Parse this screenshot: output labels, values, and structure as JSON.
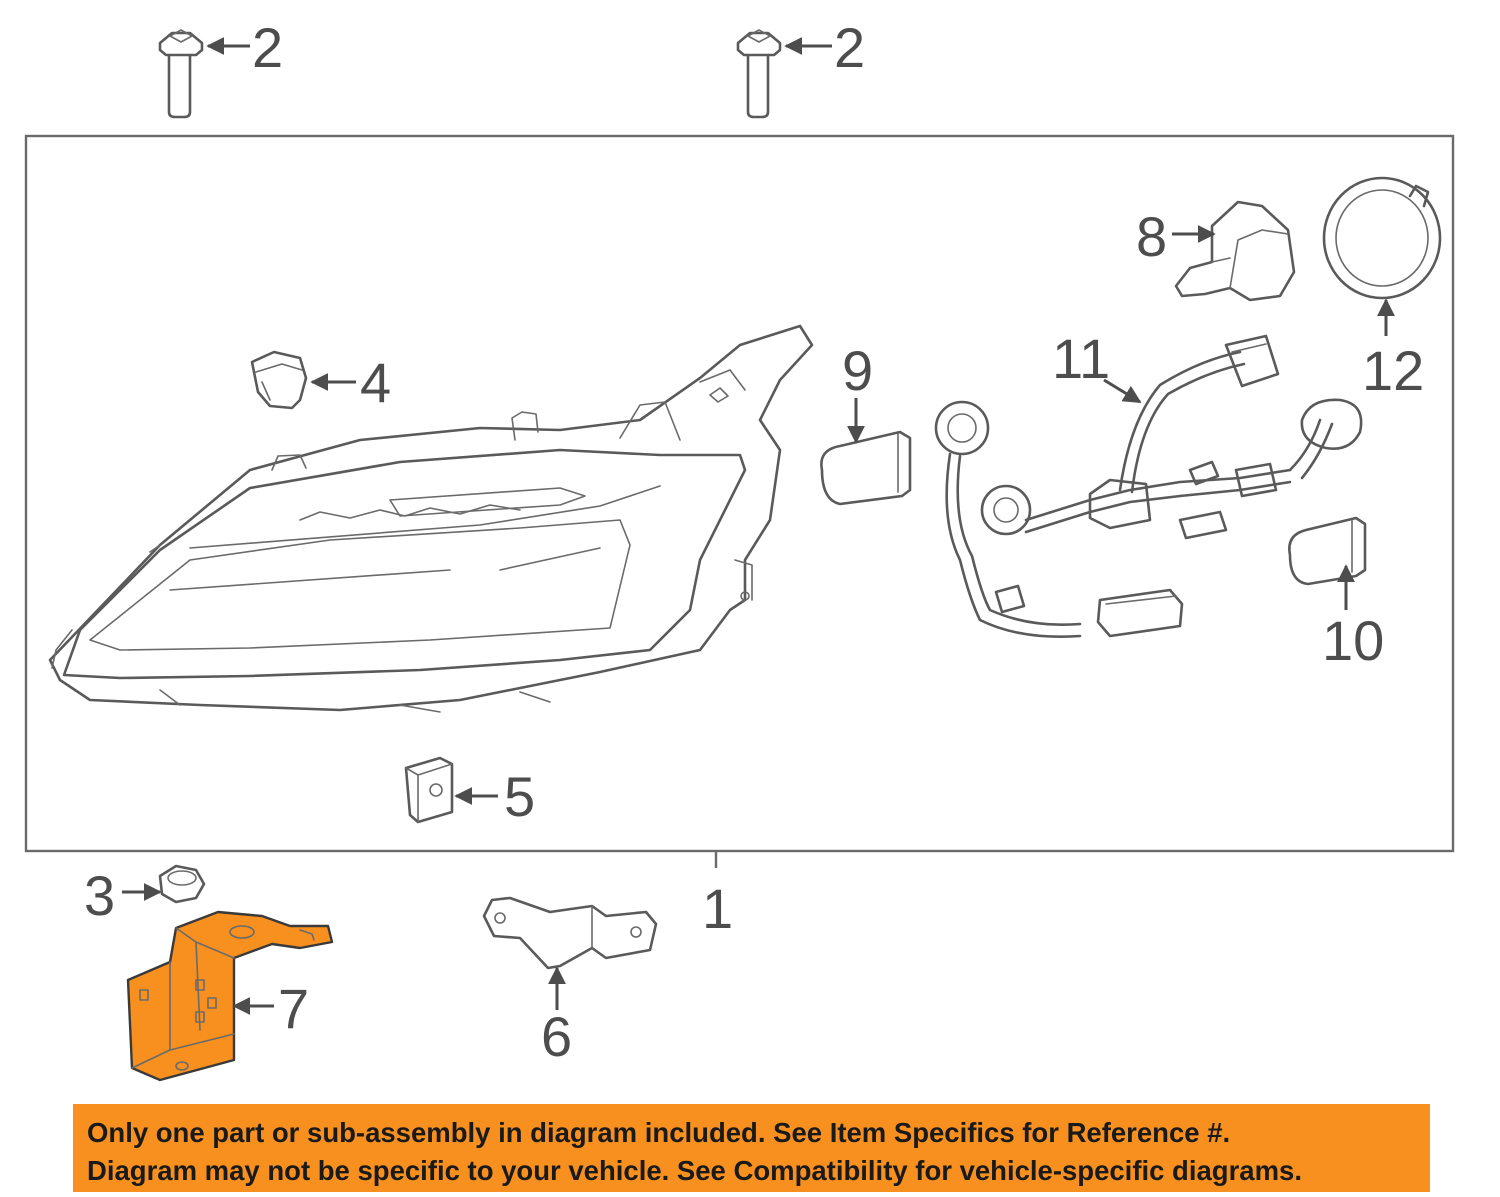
{
  "callouts": {
    "c1": "1",
    "c2a": "2",
    "c2b": "2",
    "c3": "3",
    "c4": "4",
    "c5": "5",
    "c6": "6",
    "c7": "7",
    "c8": "8",
    "c9": "9",
    "c10": "10",
    "c11": "11",
    "c12": "12"
  },
  "highlighted_part": "7",
  "colors": {
    "highlight": "#f7901e",
    "line": "#5a5a5a",
    "text": "#4d4d4d"
  },
  "disclaimer": {
    "line1": "Only one part or sub-assembly in diagram included. See Item Specifics for Reference #.",
    "line2": "Diagram may not be specific to your vehicle. See Compatibility for vehicle-specific diagrams."
  }
}
